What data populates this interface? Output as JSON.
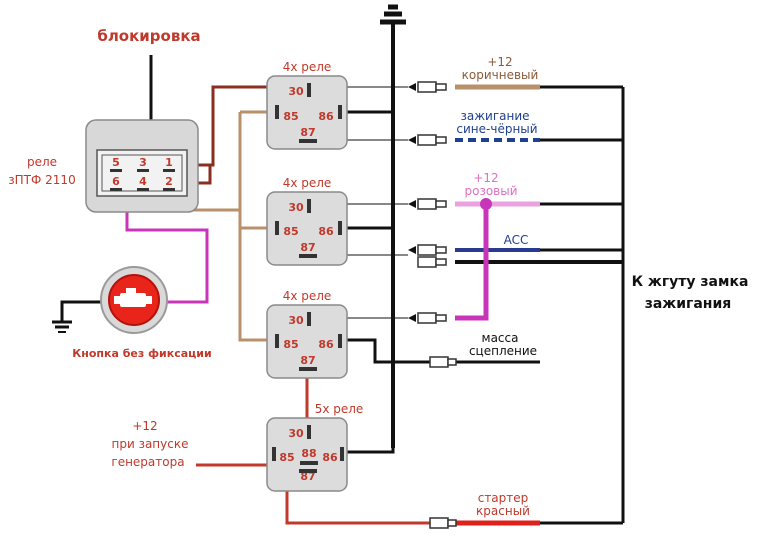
{
  "labels": {
    "block_title": "блокировка",
    "relay_main": [
      "реле",
      "зПТФ 2110"
    ],
    "button_caption": "Кнопка без фиксации",
    "relay4_title": "4х реле",
    "relay5_title": "5х реле",
    "plus12_brown": "+12",
    "brown_wire": "коричневый",
    "ignition_line1": "зажигание",
    "ignition_line2": "сине-чёрный",
    "plus12_pink": "+12",
    "pink_wire": "розовый",
    "acc": "ACC",
    "mass_line1": "масса",
    "mass_line2": "сцепление",
    "starter_line1": "стартер",
    "starter_line2": "красный",
    "gen_line1": "+12",
    "gen_line2": "при запуске",
    "gen_line3": "генератора",
    "harness_line1": "К жгуту замка",
    "harness_line2": "зажигания"
  },
  "relay_pins_4": [
    "30",
    "85",
    "86",
    "87"
  ],
  "relay_pins_5": [
    "30",
    "85",
    "88",
    "86",
    "87"
  ],
  "relay_zptf_pins": [
    "5",
    "3",
    "1",
    "6",
    "4",
    "2"
  ],
  "colors": {
    "red_text": "#c0392b",
    "brown_wire": "#b8906a",
    "dark_red_wire": "#8b2d1f",
    "pink_wire": "#e06fd0",
    "magenta_wire": "#c935b8",
    "blue_text": "#1f3f8f",
    "button_red": "#e8241b"
  }
}
